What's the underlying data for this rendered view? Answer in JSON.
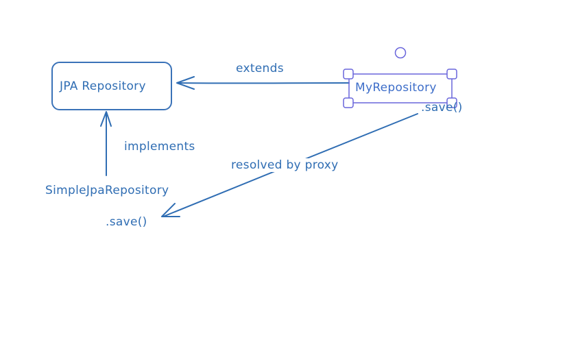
{
  "nodes": {
    "jpa_repository": "JPA Repository",
    "my_repository": "MyRepository",
    "my_repository_save": ".save()",
    "simple_jpa_repository": "SimpleJpaRepository",
    "simple_jpa_repository_save": ".save()"
  },
  "edges": {
    "extends": "extends",
    "implements": "implements",
    "resolved_by_proxy": "resolved by proxy"
  },
  "colors": {
    "stroke": "#2f6db3",
    "selection": "#6965db",
    "background": "#ffffff"
  }
}
